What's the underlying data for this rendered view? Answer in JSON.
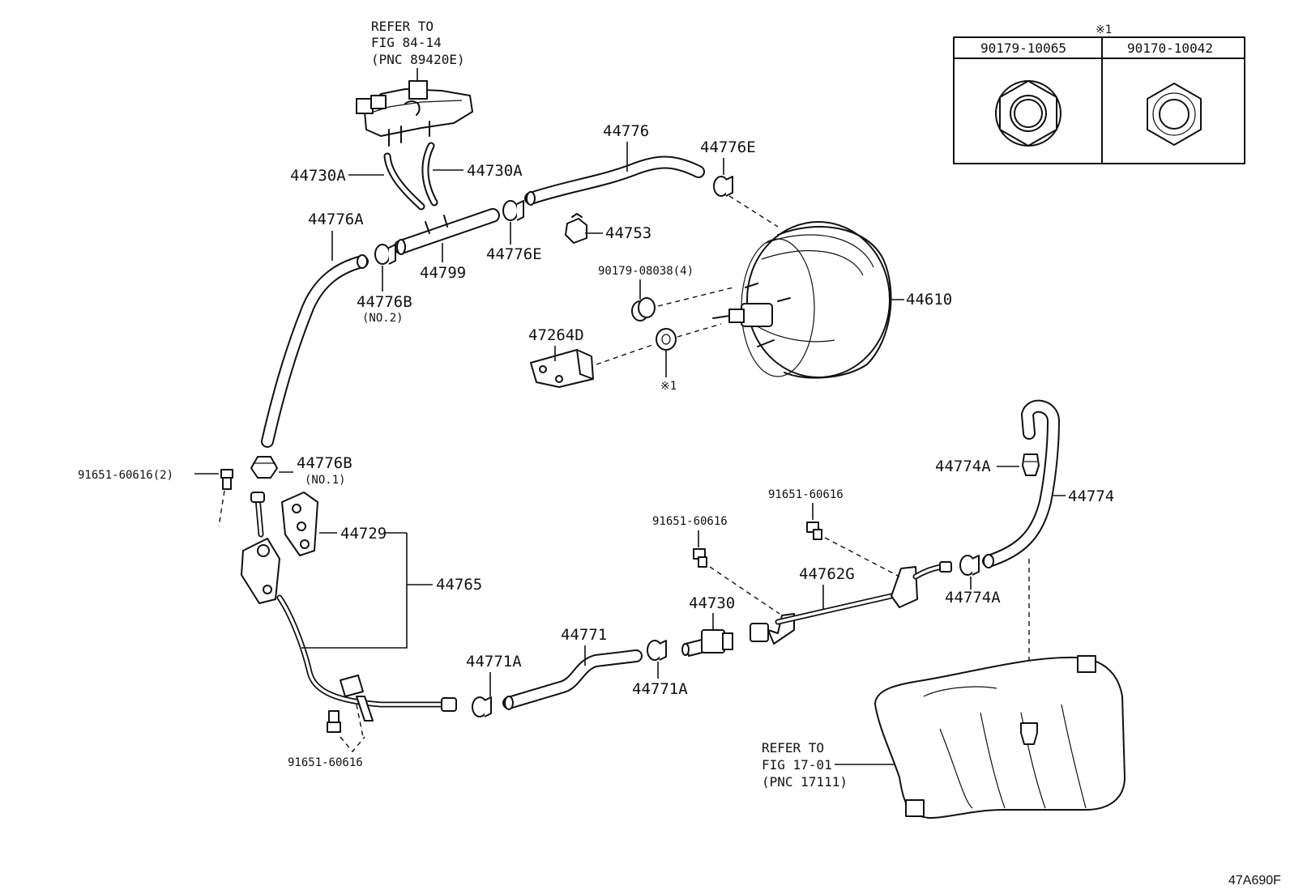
{
  "legend": {
    "mark": "※1",
    "col1_part": "90179-10065",
    "col2_part": "90170-10042"
  },
  "refs": {
    "ref_top": [
      "REFER TO",
      "FIG 84-14",
      "(PNC 89420E)"
    ],
    "ref_bottom": [
      "REFER TO",
      "FIG 17-01",
      "(PNC 17111)"
    ]
  },
  "labels": {
    "p44730A_left": "44730A",
    "p44730A_right": "44730A",
    "p44776": "44776",
    "p44776E_top": "44776E",
    "p44776A": "44776A",
    "p44776B_top": "44776B",
    "p44776B_top_note": "(NO.2)",
    "p44799": "44799",
    "p44776E_mid": "44776E",
    "p44753": "44753",
    "p90179_08038": "90179-08038(4)",
    "p44610": "44610",
    "p47264D": "47264D",
    "mark_washer": "※1",
    "p91651_left": "91651-60616(2)",
    "p44776B_low": "44776B",
    "p44776B_low_note": "(NO.1)",
    "p44729": "44729",
    "p44765": "44765",
    "p44774A_top": "44774A",
    "p44774": "44774",
    "p91651_mid_right": "91651-60616",
    "p91651_mid": "91651-60616",
    "p44762G": "44762G",
    "p44774A_low": "44774A",
    "p44730": "44730",
    "p44771": "44771",
    "p44771A_left": "44771A",
    "p44771A_right": "44771A",
    "p91651_bottom": "91651-60616"
  },
  "figure_code": "47A690F"
}
